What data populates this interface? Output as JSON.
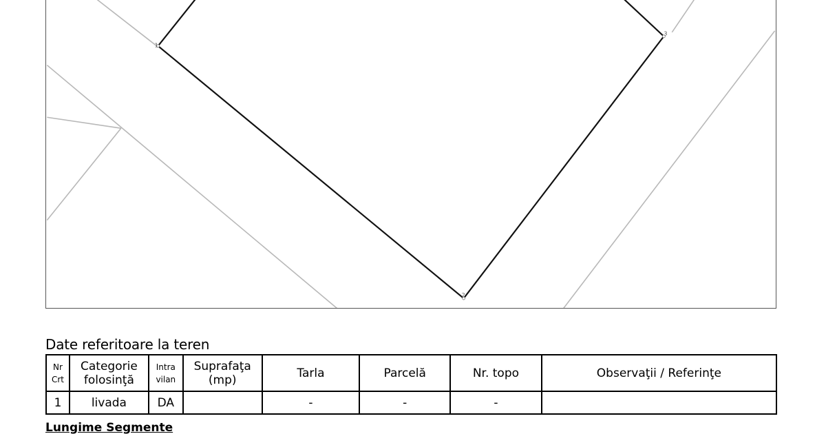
{
  "plan": {
    "vertices": [
      "1",
      "2",
      "3"
    ]
  },
  "teren": {
    "title": "Date referitoare la teren",
    "headers": {
      "nr": [
        "Nr",
        "Crt"
      ],
      "categorie": [
        "Categorie",
        "folosinţă"
      ],
      "intravilan": [
        "Intra",
        "vilan"
      ],
      "suprafata": [
        "Suprafaţa",
        "(mp)"
      ],
      "tarla": "Tarla",
      "parcela": "Parcelă",
      "nrtopo": "Nr. topo",
      "observatii": "Observaţii / Referinţe"
    },
    "rows": [
      {
        "nr": "1",
        "categorie": "livada",
        "intravilan": "DA",
        "suprafata": "",
        "tarla": "-",
        "parcela": "-",
        "nrtopo": "-",
        "observatii": ""
      }
    ]
  },
  "segmente": {
    "title": "Lungime Segmente"
  }
}
